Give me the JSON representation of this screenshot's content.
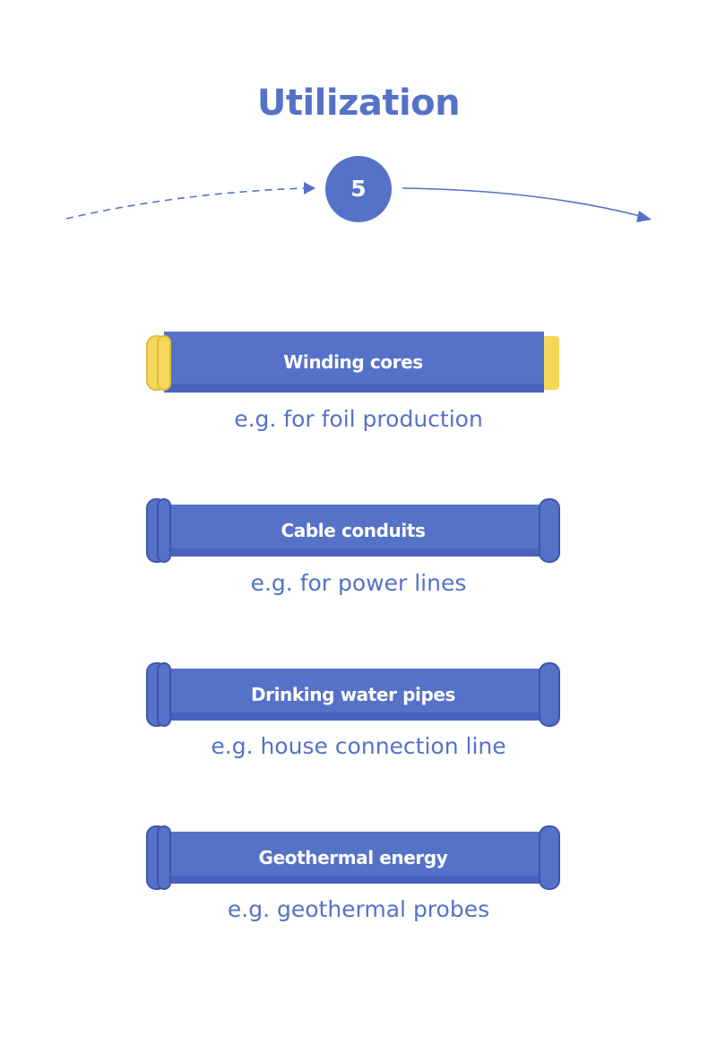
{
  "title": "Utilization",
  "step": {
    "number": "5"
  },
  "colors": {
    "accent": "#5572c8",
    "pipe_dark": "#3f55ad",
    "pipe_shade": "#4862bd",
    "cap_yellow": "#f7d75a",
    "cap_yellow_edge": "#dcbd3e"
  },
  "pipes": [
    {
      "label": "Winding cores",
      "caption": "e.g. for foil production",
      "cap": "yellow"
    },
    {
      "label": "Cable conduits",
      "caption": "e.g. for power lines",
      "cap": "blue"
    },
    {
      "label": "Drinking water pipes",
      "caption": "e.g. house connection line",
      "cap": "blue"
    },
    {
      "label": "Geothermal energy",
      "caption": "e.g. geothermal probes",
      "cap": "blue"
    }
  ]
}
